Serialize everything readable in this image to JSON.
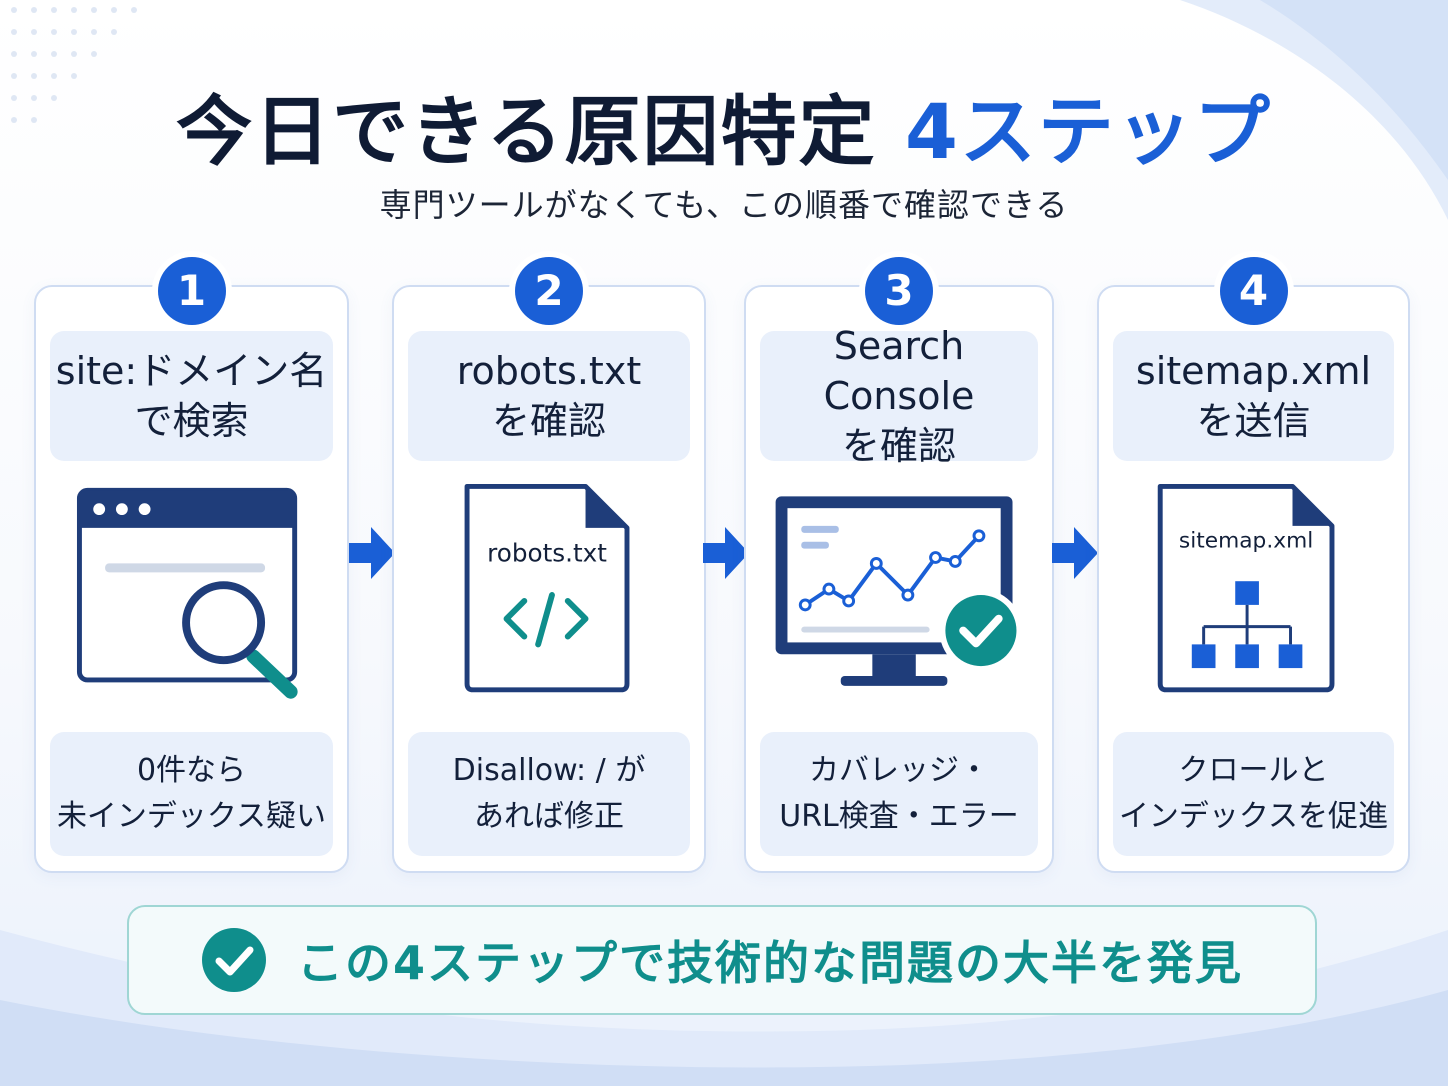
{
  "header": {
    "title_main": "今日できる原因特定",
    "title_accent": "4ステップ",
    "subtitle": "専門ツールがなくても、この順番で確認できる"
  },
  "steps": [
    {
      "number": "1",
      "head_line1": "site:ドメイン名",
      "head_line2": "で検索",
      "illustration": "browser-magnifier-icon",
      "note_line1": "0件なら",
      "note_line2": "未インデックス疑い"
    },
    {
      "number": "2",
      "head_line1": "robots.txt",
      "head_line2": "を確認",
      "illustration": "code-file-icon",
      "file_label": "robots.txt",
      "note_line1": "Disallow: / が",
      "note_line2": "あれば修正"
    },
    {
      "number": "3",
      "head_line1": "Search Console",
      "head_line2": "を確認",
      "illustration": "monitor-chart-check-icon",
      "note_line1": "カバレッジ・",
      "note_line2": "URL検査・エラー"
    },
    {
      "number": "4",
      "head_line1": "sitemap.xml",
      "head_line2": "を送信",
      "illustration": "sitemap-file-icon",
      "file_label": "sitemap.xml",
      "note_line1": "クロールと",
      "note_line2": "インデックスを促進"
    }
  ],
  "footer": {
    "message": "この4ステップで技術的な問題の大半を発見",
    "icon": "check-circle-icon"
  },
  "colors": {
    "accent": "#1a5fd6",
    "navy": "#1f3d7a",
    "teal": "#0f8e8c",
    "card_fill": "#e9f0fb"
  }
}
